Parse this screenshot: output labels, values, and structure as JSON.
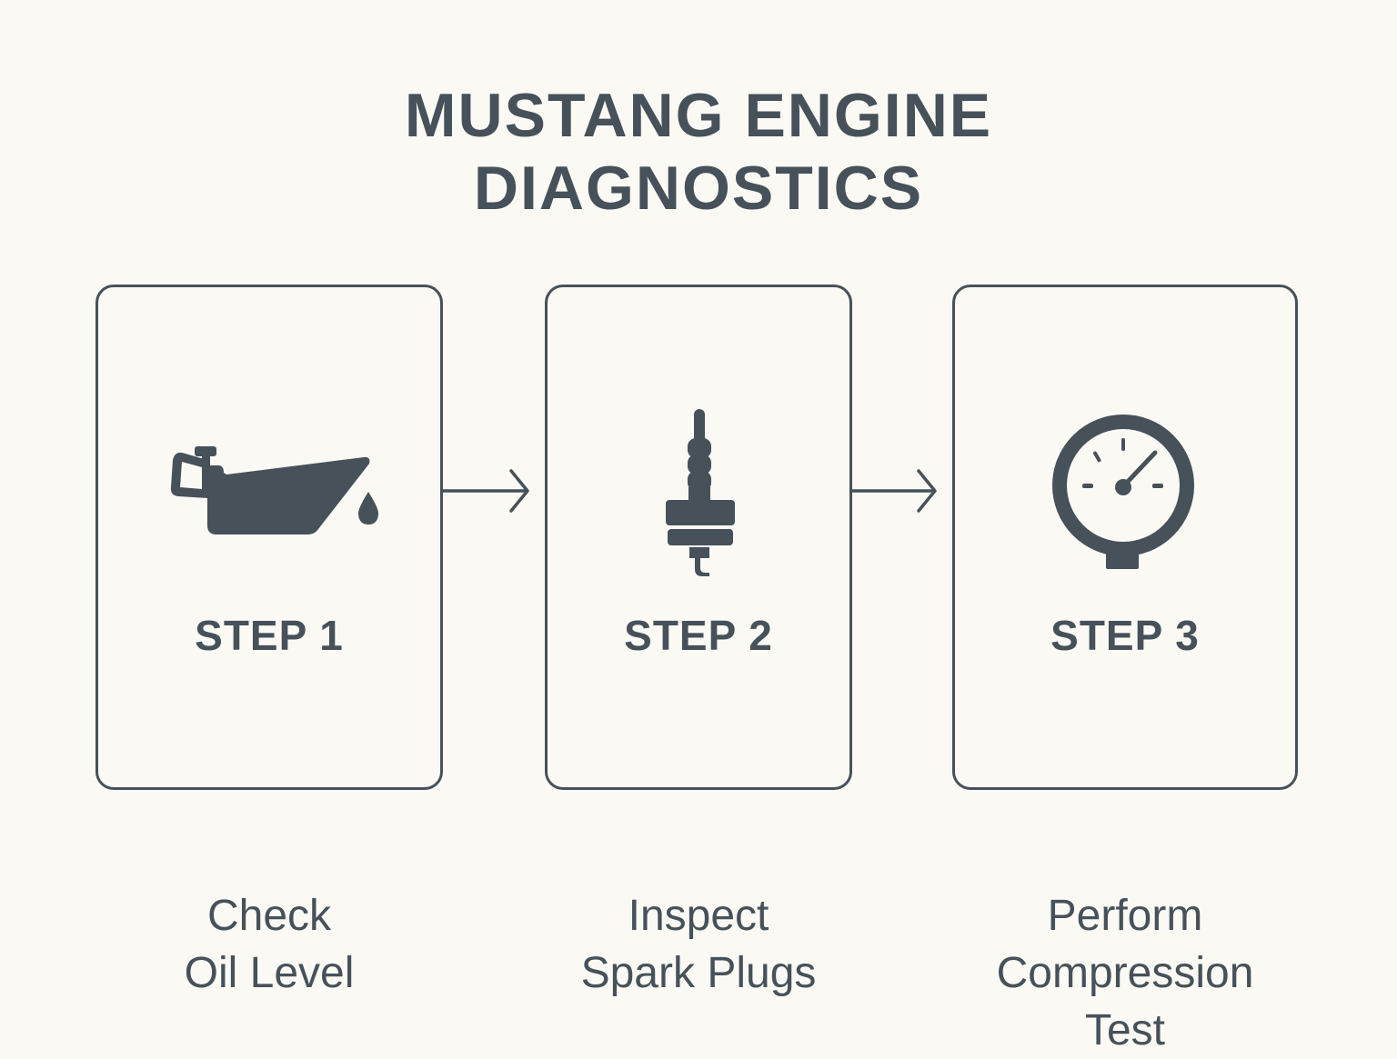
{
  "title": {
    "line1": "MUSTANG ENGINE",
    "line2": "DIAGNOSTICS"
  },
  "steps": [
    {
      "step": "STEP 1",
      "lines": [
        "Check",
        "Oil Level"
      ],
      "icon": "oil-can-icon"
    },
    {
      "step": "STEP 2",
      "lines": [
        "Inspect",
        "Spark Plugs"
      ],
      "icon": "spark-plug-icon"
    },
    {
      "step": "STEP 3",
      "lines": [
        "Perform",
        "Compression",
        "Test"
      ],
      "icon": "pressure-gauge-icon"
    }
  ],
  "colors": {
    "ink": "#46515a",
    "background": "#fbf9f4"
  }
}
